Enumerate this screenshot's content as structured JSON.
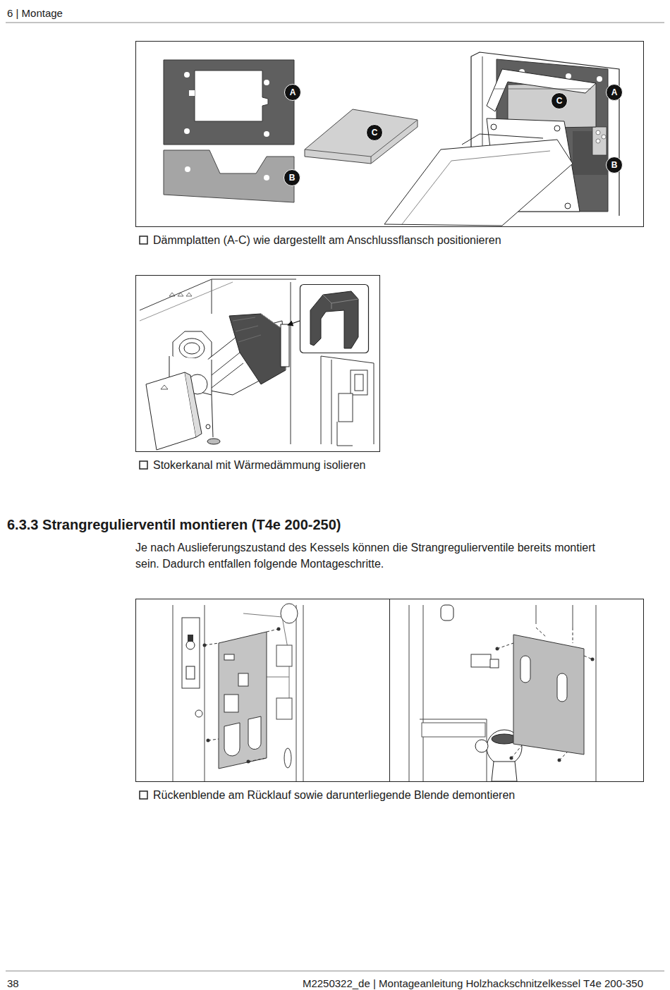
{
  "diagram": {
    "title": "6.3.3 Strangregulierventil montieren (T4e 200-250)",
    "labels": [
      "6 | Montage",
      "A",
      "C",
      "B",
      "C",
      "A",
      "B",
      "Dämmplatten (A-C) wie dargestellt am Anschlussflansch positionieren",
      "Stokerkanal mit Wärmedämmung isolieren",
      "Je nach Auslieferungszustand des Kessels können die Strangregulierventile bereits montiert sein. Dadurch entfallen folgende Montageschritte.",
      "Rückenblende am Rücklauf sowie darunterliegende Blende demontieren",
      "38",
      "M2250322_de | Montageanleitung Holzhackschnitzelkessel T4e 200-350"
    ]
  }
}
